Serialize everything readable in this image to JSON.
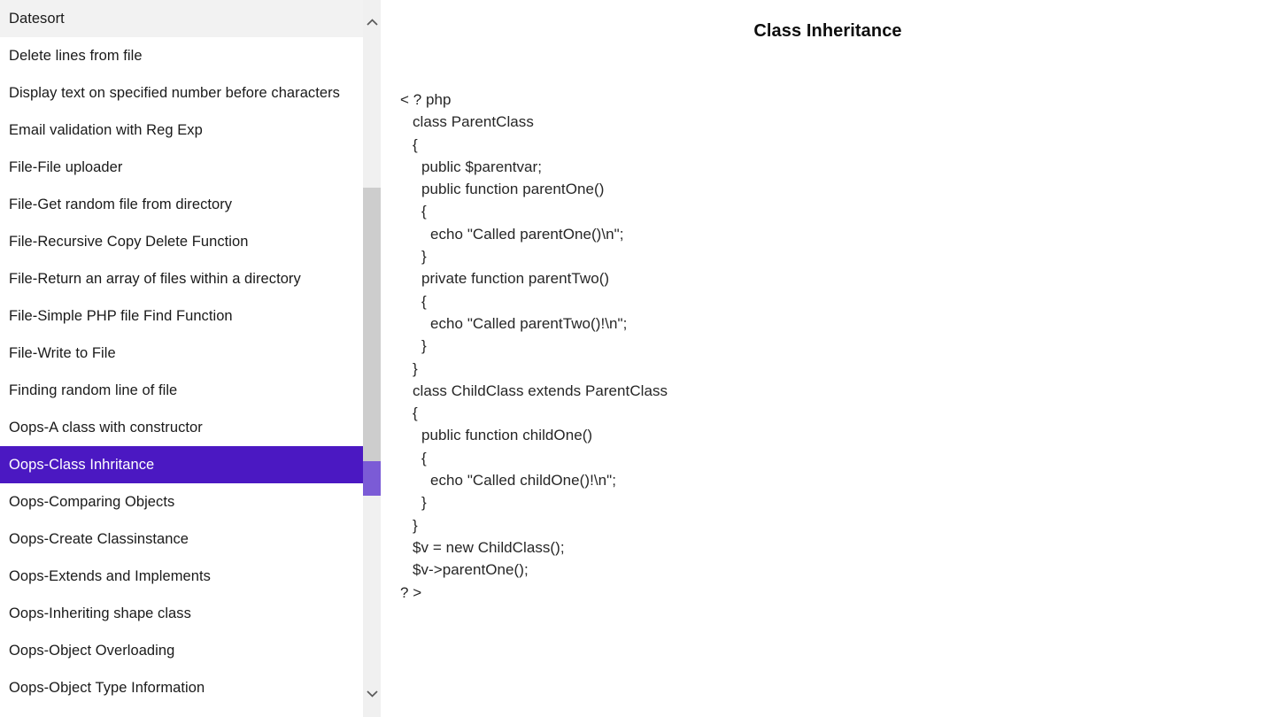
{
  "app": {
    "accent_color": "#4B18C2",
    "selected_overlay_color": "#7B5BD6",
    "scrollbar_track_color": "#F0F0F0",
    "scrollbar_thumb_color": "#CDCDCD",
    "text_color": "#262626"
  },
  "sidebar": {
    "scroll_up_icon": "chevron-up-icon",
    "scroll_down_icon": "chevron-down-icon",
    "selected_index": 12,
    "items": [
      {
        "label": "Datesort"
      },
      {
        "label": "Delete lines from file"
      },
      {
        "label": "Display text on specified number before characters"
      },
      {
        "label": "Email validation with Reg Exp"
      },
      {
        "label": "File-File uploader"
      },
      {
        "label": "File-Get random file from directory"
      },
      {
        "label": "File-Recursive Copy Delete Function"
      },
      {
        "label": "File-Return an array of files within a directory"
      },
      {
        "label": "File-Simple PHP file Find Function"
      },
      {
        "label": "File-Write to File"
      },
      {
        "label": "Finding random line of file"
      },
      {
        "label": "Oops-A class with constructor"
      },
      {
        "label": "Oops-Class Inhritance"
      },
      {
        "label": "Oops-Comparing Objects"
      },
      {
        "label": "Oops-Create Classinstance"
      },
      {
        "label": "Oops-Extends and Implements"
      },
      {
        "label": "Oops-Inheriting shape class"
      },
      {
        "label": "Oops-Object Overloading"
      },
      {
        "label": "Oops-Object Type Information"
      }
    ]
  },
  "main": {
    "title": "Class Inheritance",
    "code_lines": [
      {
        "indent": 0,
        "text": "< ? php"
      },
      {
        "indent": 1,
        "text": "class ParentClass"
      },
      {
        "indent": 1,
        "text": "{"
      },
      {
        "indent": 2,
        "text": "public $parentvar;"
      },
      {
        "indent": 2,
        "text": "public function parentOne()"
      },
      {
        "indent": 2,
        "text": "{"
      },
      {
        "indent": 3,
        "text": "echo \"Called parentOne()\\n\";"
      },
      {
        "indent": 2,
        "text": "}"
      },
      {
        "indent": 2,
        "text": "private function parentTwo()"
      },
      {
        "indent": 2,
        "text": "{"
      },
      {
        "indent": 3,
        "text": "echo \"Called parentTwo()!\\n\";"
      },
      {
        "indent": 2,
        "text": "}"
      },
      {
        "indent": 1,
        "text": "}"
      },
      {
        "indent": 1,
        "text": "class ChildClass extends ParentClass"
      },
      {
        "indent": 1,
        "text": "{"
      },
      {
        "indent": 2,
        "text": "public function childOne()"
      },
      {
        "indent": 2,
        "text": "{"
      },
      {
        "indent": 3,
        "text": "echo \"Called childOne()!\\n\";"
      },
      {
        "indent": 2,
        "text": "}"
      },
      {
        "indent": 1,
        "text": "}"
      },
      {
        "indent": 1,
        "text": "$v = new ChildClass();"
      },
      {
        "indent": 1,
        "text": "$v->parentOne();"
      },
      {
        "indent": 0,
        "text": "? >"
      }
    ]
  }
}
